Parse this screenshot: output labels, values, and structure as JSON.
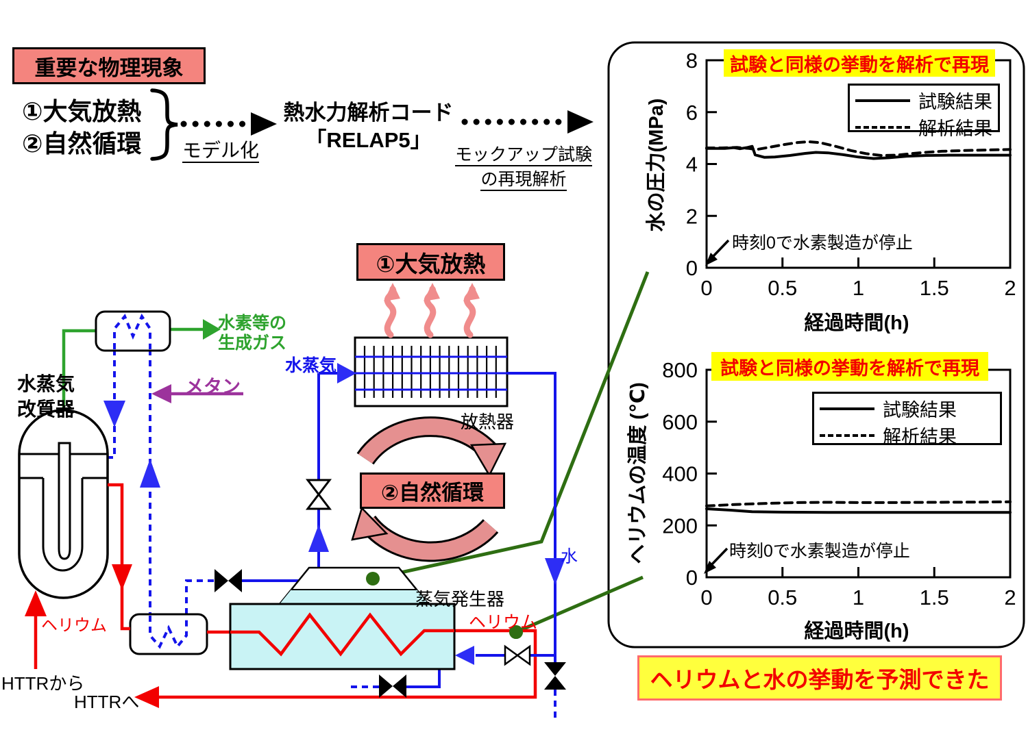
{
  "colors": {
    "pink_fill": "#F4847E",
    "salmon_arrow": "#E59090",
    "heat_arrow": "#F08C8C",
    "banner_yellow": "#FFFF00",
    "result_yellow": "#FFFF3D",
    "result_border": "#FF6B6B",
    "red": "#F20000",
    "blue": "#1414EB",
    "bright_green": "#2EA32E",
    "dark_green": "#2E6E12",
    "purple": "#9C339C",
    "sg_cyan": "#C9F3F5"
  },
  "header": {
    "title": "重要な物理現象",
    "phenomenon_1": "①大気放熱",
    "phenomenon_2": "②自然循環",
    "model_arrow_label": "モデル化",
    "code_name_line1": "熱水力解析コード",
    "code_name_line2": "「RELAP5」",
    "mockup_arrow_label_line1": "モックアップ試験",
    "mockup_arrow_label_line2": "の再現解析"
  },
  "diagram": {
    "reformer_label_line1": "水蒸気",
    "reformer_label_line2": "改質器",
    "product_gas_label_line1": "水素等の",
    "product_gas_label_line2": "生成ガス",
    "methane_label": "メタン",
    "steam_label": "水蒸気",
    "radiator_label": "放熱器",
    "atmospheric_release_label": "①大気放熱",
    "natural_circulation_label": "②自然循環",
    "steam_generator_label": "蒸気発生器",
    "helium_label_reformer": "ヘリウム",
    "helium_label_sg": "ヘリウム",
    "water_label": "水",
    "httr_from_label": "HTTRから",
    "httr_to_label": "HTTRへ"
  },
  "chart_data": [
    {
      "type": "line",
      "title_banner": "試験と同様の挙動を解析で再現",
      "xlabel": "経過時間(h)",
      "ylabel": "水の圧力(MPa)",
      "xlim": [
        0,
        2
      ],
      "ylim": [
        0,
        8
      ],
      "xticks": [
        0,
        0.5,
        1,
        1.5,
        2
      ],
      "xtick_labels": [
        "0",
        "0.5",
        "1",
        "1.5",
        "2"
      ],
      "yticks": [
        0,
        2,
        4,
        6,
        8
      ],
      "ytick_labels": [
        "0",
        "2",
        "4",
        "6",
        "8"
      ],
      "grid": false,
      "legend_position": "upper right",
      "annotation": "時刻0で水素製造が停止",
      "legend": [
        {
          "name": "試験結果",
          "style": "solid"
        },
        {
          "name": "解析結果",
          "style": "dashed"
        }
      ],
      "series": [
        {
          "name": "試験結果",
          "style": "solid",
          "points": [
            [
              0,
              4.6
            ],
            [
              0.12,
              4.6
            ],
            [
              0.18,
              4.63
            ],
            [
              0.22,
              4.59
            ],
            [
              0.27,
              4.64
            ],
            [
              0.3,
              4.68
            ],
            [
              0.32,
              4.35
            ],
            [
              0.38,
              4.26
            ],
            [
              0.45,
              4.27
            ],
            [
              0.55,
              4.33
            ],
            [
              0.65,
              4.41
            ],
            [
              0.72,
              4.45
            ],
            [
              0.8,
              4.43
            ],
            [
              0.9,
              4.36
            ],
            [
              1.0,
              4.27
            ],
            [
              1.1,
              4.21
            ],
            [
              1.2,
              4.24
            ],
            [
              1.32,
              4.3
            ],
            [
              1.45,
              4.33
            ],
            [
              1.6,
              4.34
            ],
            [
              1.8,
              4.34
            ],
            [
              2.0,
              4.34
            ]
          ]
        },
        {
          "name": "解析結果",
          "style": "dashed",
          "points": [
            [
              0,
              4.62
            ],
            [
              0.1,
              4.62
            ],
            [
              0.2,
              4.64
            ],
            [
              0.28,
              4.6
            ],
            [
              0.33,
              4.56
            ],
            [
              0.4,
              4.63
            ],
            [
              0.5,
              4.74
            ],
            [
              0.6,
              4.83
            ],
            [
              0.67,
              4.86
            ],
            [
              0.75,
              4.82
            ],
            [
              0.85,
              4.68
            ],
            [
              0.95,
              4.52
            ],
            [
              1.05,
              4.4
            ],
            [
              1.15,
              4.33
            ],
            [
              1.25,
              4.34
            ],
            [
              1.4,
              4.43
            ],
            [
              1.55,
              4.49
            ],
            [
              1.7,
              4.52
            ],
            [
              1.85,
              4.54
            ],
            [
              2.0,
              4.56
            ]
          ]
        }
      ]
    },
    {
      "type": "line",
      "title_banner": "試験と同様の挙動を解析で再現",
      "xlabel": "経過時間(h)",
      "ylabel": "ヘリウムの温度 (℃)",
      "xlim": [
        0,
        2
      ],
      "ylim": [
        0,
        800
      ],
      "xticks": [
        0,
        0.5,
        1,
        1.5,
        2
      ],
      "xtick_labels": [
        "0",
        "0.5",
        "1",
        "1.5",
        "2"
      ],
      "yticks": [
        0,
        200,
        400,
        600,
        800
      ],
      "ytick_labels": [
        "0",
        "200",
        "400",
        "600",
        "800"
      ],
      "grid": false,
      "legend_position": "upper right",
      "annotation": "時刻0で水素製造が停止",
      "legend": [
        {
          "name": "試験結果",
          "style": "solid"
        },
        {
          "name": "解析結果",
          "style": "dashed"
        }
      ],
      "series": [
        {
          "name": "試験結果",
          "style": "solid",
          "points": [
            [
              0,
              264
            ],
            [
              0.15,
              259
            ],
            [
              0.3,
              253
            ],
            [
              0.5,
              251
            ],
            [
              0.8,
              250
            ],
            [
              1.2,
              250
            ],
            [
              1.6,
              250
            ],
            [
              2.0,
              250
            ]
          ]
        },
        {
          "name": "解析結果",
          "style": "dashed",
          "points": [
            [
              0,
              275
            ],
            [
              0.2,
              281
            ],
            [
              0.4,
              285
            ],
            [
              0.6,
              288
            ],
            [
              0.8,
              289
            ],
            [
              1.0,
              288
            ],
            [
              1.2,
              288
            ],
            [
              1.5,
              289
            ],
            [
              1.8,
              290
            ],
            [
              2.0,
              291
            ]
          ]
        }
      ]
    }
  ],
  "conclusion": "ヘリウムと水の挙動を予測できた"
}
